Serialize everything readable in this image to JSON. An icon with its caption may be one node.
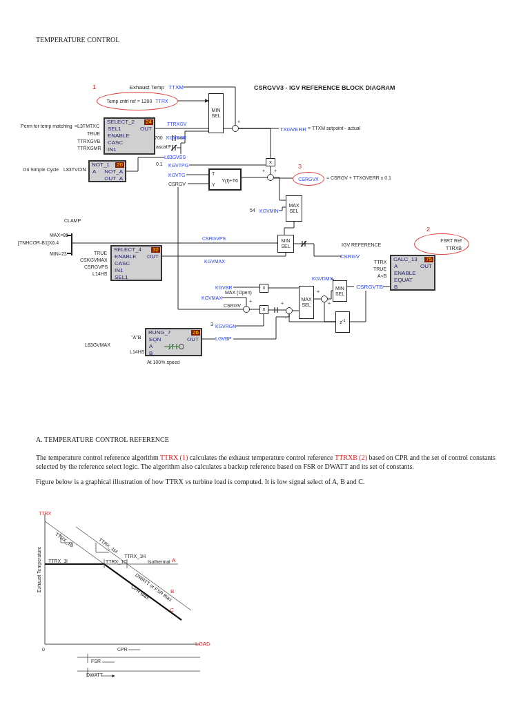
{
  "diagram": {
    "title": "TEMPERATURE CONTROL",
    "nodes": [
      {
        "text": [
          "Exhaust Temp",
          "TTXM"
        ]
      },
      {
        "text": [
          "Temp cntrl ref = 1200",
          "TTRX"
        ],
        "beside": [
          "1"
        ]
      },
      {
        "text": [
          "MIN SEL"
        ]
      },
      {
        "text": [
          "SELECT_2",
          "24",
          "SEL1",
          "ENABLE",
          "CASC",
          "IN1",
          "OUT"
        ]
      },
      {
        "text": [
          "NOT_1",
          "20",
          "A",
          "NOT_A",
          "OUT_A"
        ]
      },
      {
        "text": [],
        "shape": "circle",
        "beside": [
          "+"
        ]
      },
      {
        "text": [
          "TXGVERR"
        ]
      },
      {
        "text": [
          "x"
        ]
      },
      {
        "text": [
          "T",
          "Y",
          "Y(t)+T6"
        ]
      },
      {
        "text": [],
        "shape": "circle",
        "beside": [
          "+",
          "+"
        ]
      },
      {
        "text": [
          "CSRGVX"
        ],
        "beside": [
          "3"
        ]
      },
      {
        "text": [
          "MAX SEL"
        ]
      },
      {
        "text": [
          "MIN SEL"
        ]
      },
      {
        "text": [
          "CSRGV"
        ]
      },
      {
        "text": [
          "CALC_13",
          "75",
          "A",
          "ENABLE",
          "EQUAT",
          "B",
          "OUT"
        ]
      },
      {
        "text": [
          "FSRT Ref",
          "TTRXB"
        ],
        "beside": [
          "2"
        ]
      },
      {
        "text": [
          "SELECT_4",
          "32",
          "ENABLE",
          "CASC",
          "IN1",
          "SEL1",
          "OUT"
        ]
      },
      {
        "text": [
          "x"
        ]
      },
      {
        "text": [],
        "shape": "circle",
        "beside": [
          "-",
          "+"
        ]
      },
      {
        "text": [
          "x"
        ]
      },
      {
        "text": [],
        "shape": "circle",
        "beside": [
          "+",
          "-"
        ]
      },
      {
        "text": [
          "MAX SEL"
        ]
      },
      {
        "text": [],
        "shape": "circle",
        "beside": [
          "+",
          "+"
        ]
      },
      {
        "text": [
          "MIN SEL"
        ]
      },
      {
        "text": [
          "z$^{-1}$"
        ]
      },
      {
        "text": [
          "CSRGVTB"
        ]
      },
      {
        "text": [
          "RUNG_7",
          "26",
          "EQN",
          "A",
          "B",
          "OUT"
        ]
      },
      {
        "text": [
          "L83GVSS"
        ]
      },
      {
        "text": [
          "KGVTPG"
        ]
      },
      {
        "text": [
          "KGVTG"
        ]
      },
      {
        "text": [
          "CSRGV"
        ]
      },
      {
        "text": [
          "KGVMIN"
        ]
      },
      {
        "text": [
          "KGVBR"
        ]
      },
      {
        "text": [
          "KGVMAX"
        ]
      },
      {
        "text": [
          "KGVDMX"
        ]
      },
      {
        "text": [
          "KGVRGN"
        ]
      },
      {
        "text": [
          "LGVBP"
        ]
      }
    ],
    "edges": [
      {
        "from": 0,
        "to": 5,
        "arrow": "none"
      },
      {
        "from": 1,
        "to": 2,
        "arrow": "to"
      },
      {
        "from": 3,
        "to": 2,
        "arrow": "none"
      },
      {
        "from": 2,
        "to": 5,
        "arrow": "none"
      },
      {
        "from": 5,
        "to": 6,
        "arrow": "none"
      },
      {
        "from": 5,
        "to": 7,
        "arrow": "none"
      },
      {
        "from": 7,
        "to": 9,
        "arrow": "none"
      },
      {
        "from": 8,
        "to": 9,
        "arrow": "none"
      },
      {
        "from": 9,
        "to": 10,
        "arrow": "none"
      },
      {
        "from": 9,
        "to": 11,
        "arrow": "none"
      },
      {
        "from": 11,
        "to": 12,
        "arrow": "none"
      },
      {
        "from": 12,
        "to": 13,
        "arrow": "none"
      },
      {
        "from": 16,
        "to": 12,
        "arrow": "none"
      },
      {
        "from": 25,
        "to": 14,
        "arrow": "none"
      },
      {
        "from": 23,
        "to": 25,
        "arrow": "none"
      },
      {
        "from": 17,
        "to": 21,
        "arrow": "none"
      },
      {
        "from": 18,
        "to": 19,
        "arrow": "none"
      },
      {
        "from": 19,
        "to": 20,
        "arrow": "none"
      },
      {
        "from": 20,
        "to": 21,
        "arrow": "none"
      },
      {
        "from": 21,
        "to": 22,
        "arrow": "none"
      },
      {
        "from": 22,
        "to": 23,
        "arrow": "none"
      },
      {
        "from": 25,
        "to": 24,
        "arrow": "none"
      },
      {
        "from": 24,
        "to": 20,
        "arrow": "none"
      },
      {
        "from": 24,
        "to": 22,
        "arrow": "none"
      },
      {
        "from": 26,
        "to": 36,
        "arrow": "none"
      },
      {
        "from": 4,
        "to": 27,
        "arrow": "none"
      },
      {
        "from": null,
        "to": 12,
        "arrow": "none"
      },
      {
        "from": 30,
        "to": 18,
        "arrow": "none"
      },
      {
        "from": 28,
        "to": 7,
        "arrow": "none"
      },
      {
        "from": 29,
        "to": 8,
        "arrow": "none"
      },
      {
        "from": 30,
        "to": 8,
        "arrow": "none"
      },
      {
        "from": 31,
        "to": 11,
        "arrow": "none"
      },
      {
        "from": 32,
        "to": 17,
        "arrow": "none"
      },
      {
        "from": 33,
        "to": 18,
        "arrow": "none"
      },
      {
        "from": 35,
        "to": 19,
        "arrow": "none"
      },
      {
        "from": 34,
        "to": 23,
        "arrow": "none"
      },
      {
        "from": 36,
        "to": 20,
        "arrow": "none"
      },
      {
        "from": 27,
        "to": 2,
        "arrow": "none"
      }
    ],
    "labels": [
      "CSRGVV3 - IGV REFERENCE BLOCK DIAGRAM",
      "Perm for temp matching",
      "=L3TMTXC",
      "TRUE",
      "TTRXGVB",
      "TTRXGMR",
      "TTRXGV",
      "700",
      "KGVSSR",
      "ascat'F",
      "On Simple Cycle",
      "L83TVCIN",
      "0.1",
      "= TTXM setpoint - actual",
      "= CSRGV + TTXGVERR x 0.1",
      "54",
      "CLAMP",
      "MAX=86",
      "[TNHCOR-B1]X6.4",
      "MIN=23",
      "TRUE",
      "CSKGVMAX",
      "CSRGVPS",
      "L14HS",
      "CSRGVPS",
      "KGVMAX",
      "IGV REFERENCE",
      "TTRX",
      "TRUE",
      "A<B",
      "MAX (Open)",
      "CSRGV",
      "3",
      "\"A\"B",
      "L83GVMAX",
      "L14HS",
      "At 100% speed",
      "A. TEMPERATURE CONTROL REFERENCE",
      "The temperature control reference algorithm",
      "TTRX (1)",
      "calculates the exhaust temperature control reference",
      "TTRXB (2)",
      "based on CPR and the set of control constants selected by the reference select logic. The algorithm also calculates a backup reference based on FSR or DWATT and its set of constants.",
      "Figure below is a graphical illustration of how TTRX vs turbine load is computed.  It is low signal select of A, B and C.",
      "TTRX",
      "Exhaust Temperature",
      "TTRX_1B",
      "TTRX_1M",
      "TTRX_1I",
      "TTRX_1C",
      "TTRX_1H",
      "Isothermal",
      "A",
      "DWATT or FSR Bias",
      "B",
      "CPR Bias",
      "C",
      "0",
      "LOAD",
      "CPR",
      "FSR",
      "DWATT"
    ]
  }
}
